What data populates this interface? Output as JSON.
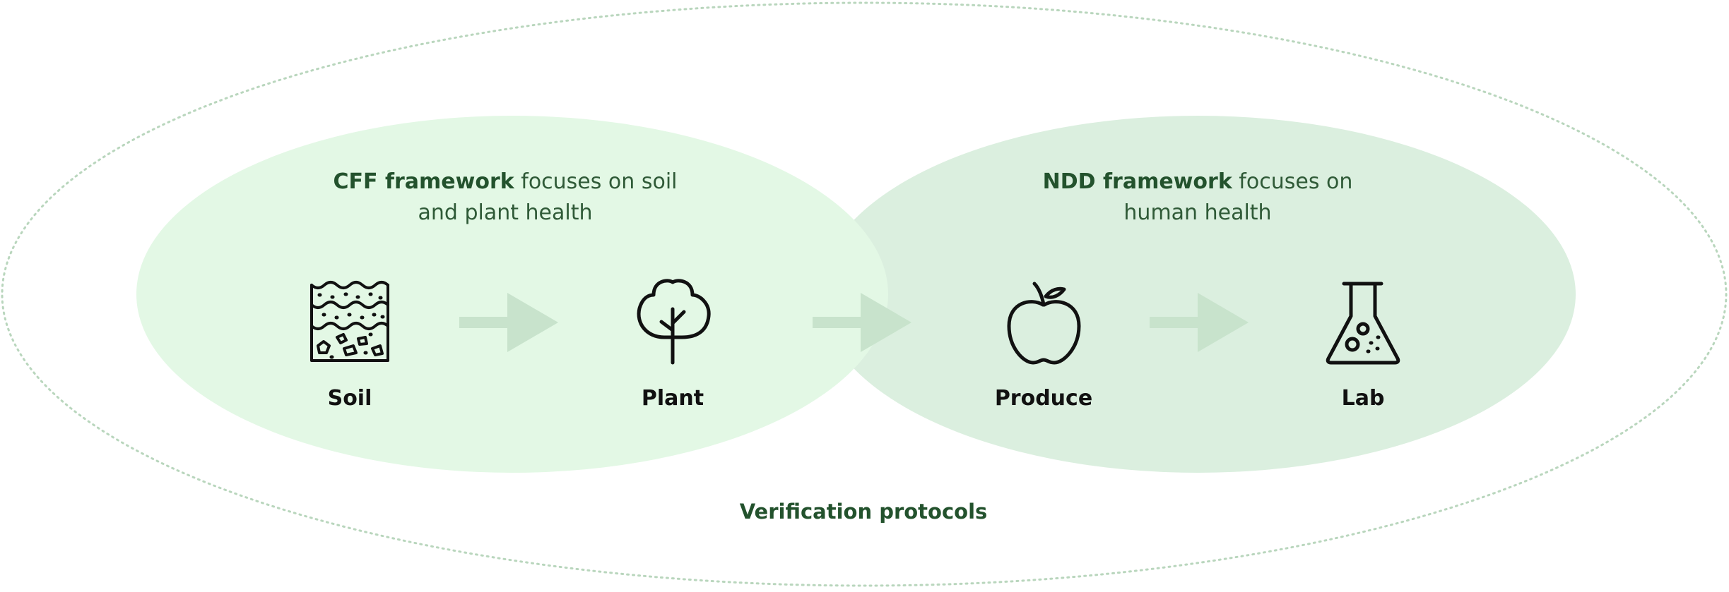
{
  "outer": {
    "label": "Verification protocols"
  },
  "left_group": {
    "title_bold": "CFF framework",
    "title_rest_line1": " focuses on soil",
    "title_line2": "and plant health"
  },
  "right_group": {
    "title_bold": "NDD framework",
    "title_rest_line1": " focuses on",
    "title_line2": "human health"
  },
  "nodes": [
    {
      "label": "Soil",
      "icon": "soil-layers-icon"
    },
    {
      "label": "Plant",
      "icon": "tree-icon"
    },
    {
      "label": "Produce",
      "icon": "apple-icon"
    },
    {
      "label": "Lab",
      "icon": "flask-icon"
    }
  ],
  "colors": {
    "left_ellipse": "#e3f8e5",
    "right_ellipse": "#dbefdf",
    "arrow": "#c8e3cc",
    "outer_dots": "#b9d6bd",
    "accent_text": "#23522d",
    "icon_stroke": "#111111"
  }
}
